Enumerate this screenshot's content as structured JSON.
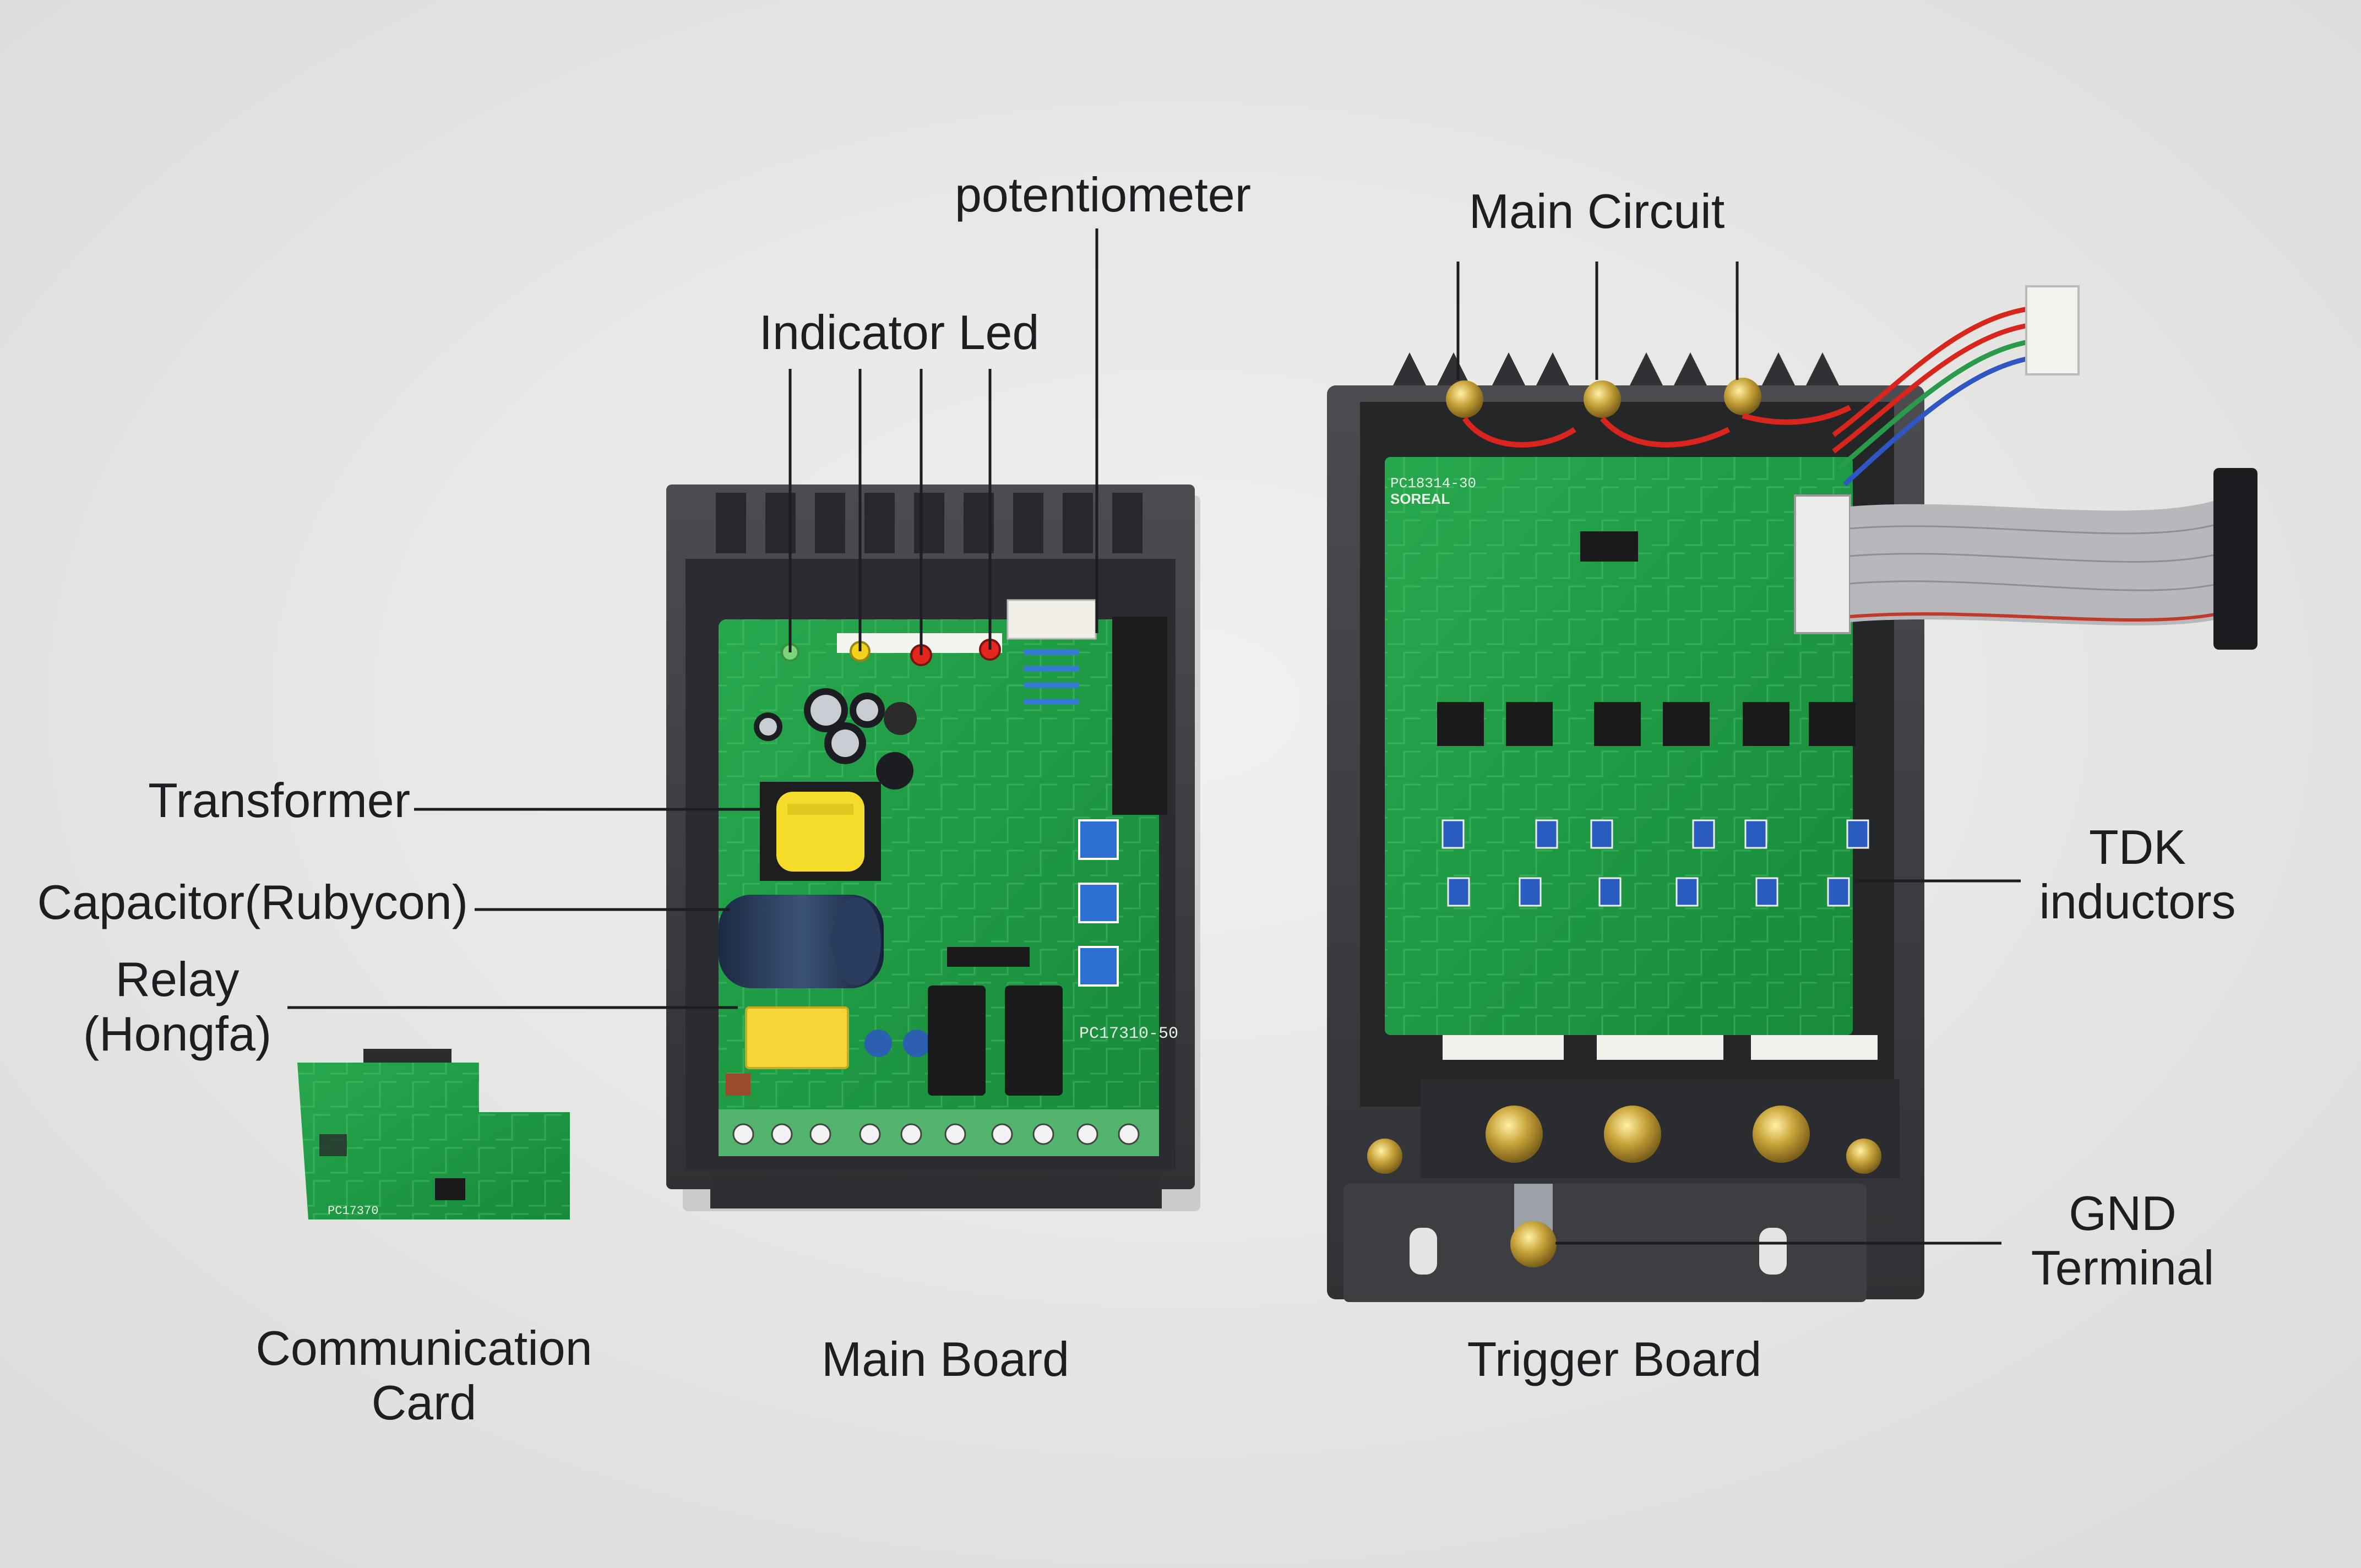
{
  "labels": {
    "potentiometer": "potentiometer",
    "indicator_led": "Indicator Led",
    "main_circuit": "Main Circuit",
    "transformer": "Transformer",
    "capacitor": "Capacitor(Rubycon)",
    "relay_line1": "Relay",
    "relay_line2": "(Hongfa)",
    "tdk_line1": "TDK",
    "tdk_line2": "inductors",
    "gnd_line1": "GND",
    "gnd_line2": "Terminal",
    "communication_line1": "Communication",
    "communication_line2": "Card",
    "main_board": "Main Board",
    "trigger_board": "Trigger Board"
  },
  "silkscreen": {
    "trigger_pcb_id": "PC18314-30",
    "brand": "SOREAL",
    "main_pcb_id": "PC17310-50",
    "comm_pcb_id": "PC17370"
  },
  "colors": {
    "background": "#e9e9e7",
    "pcb_green": "#1f9a45",
    "enclosure": "#3b3d40",
    "label_text": "#1d1d22",
    "leader_line": "#1d1d22"
  }
}
